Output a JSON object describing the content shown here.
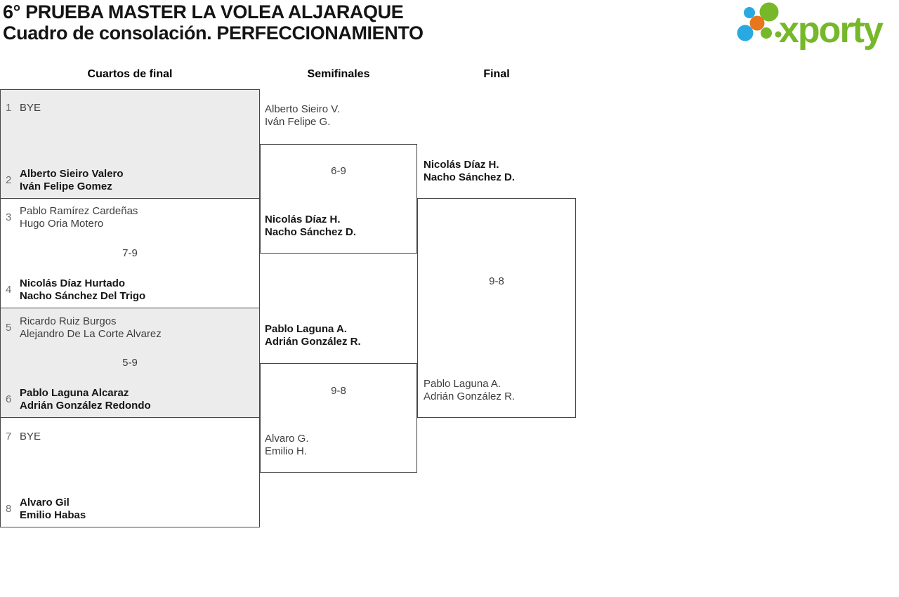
{
  "header": {
    "title_line1": "6° PRUEBA MASTER LA VOLEA ALJARAQUE",
    "title_line2": "Cuadro de consolación. PERFECCIONAMIENTO"
  },
  "logo": {
    "wordmark": "xporty",
    "icon": "dot-cluster-icon",
    "colors": {
      "green": "#76b82a",
      "blue": "#29a9e1",
      "orange": "#e8761b"
    }
  },
  "rounds": [
    {
      "label": "Cuartos de final"
    },
    {
      "label": "Semifinales"
    },
    {
      "label": "Final"
    }
  ],
  "quarterfinals": [
    {
      "team1": {
        "seed": "1",
        "line1": "BYE",
        "line2": "",
        "winner": false
      },
      "team2": {
        "seed": "2",
        "line1": "Alberto Sieiro Valero",
        "line2": "Iván Felipe Gomez",
        "winner": true
      },
      "score": ""
    },
    {
      "team1": {
        "seed": "3",
        "line1": "Pablo Ramírez Cardeñas",
        "line2": "Hugo Oria Motero",
        "winner": false
      },
      "team2": {
        "seed": "4",
        "line1": "Nicolás Díaz Hurtado",
        "line2": "Nacho Sánchez Del Trigo",
        "winner": true
      },
      "score": "7-9"
    },
    {
      "team1": {
        "seed": "5",
        "line1": "Ricardo Ruiz Burgos",
        "line2": "Alejandro De La Corte Alvarez",
        "winner": false
      },
      "team2": {
        "seed": "6",
        "line1": "Pablo Laguna Alcaraz",
        "line2": "Adrián González Redondo",
        "winner": true
      },
      "score": "5-9"
    },
    {
      "team1": {
        "seed": "7",
        "line1": "BYE",
        "line2": "",
        "winner": false
      },
      "team2": {
        "seed": "8",
        "line1": "Alvaro Gil",
        "line2": "Emilio Habas",
        "winner": true
      },
      "score": ""
    }
  ],
  "semifinals": [
    {
      "team1": {
        "line1": "Alberto Sieiro V.",
        "line2": "Iván Felipe G.",
        "winner": false
      },
      "team2": {
        "line1": "Nicolás Díaz H.",
        "line2": "Nacho Sánchez D.",
        "winner": true
      },
      "score": "6-9"
    },
    {
      "team1": {
        "line1": "Pablo Laguna A.",
        "line2": "Adrián González R.",
        "winner": true
      },
      "team2": {
        "line1": "Alvaro G.",
        "line2": "Emilio H.",
        "winner": false
      },
      "score": "9-8"
    }
  ],
  "final": {
    "team1": {
      "line1": "Nicolás Díaz H.",
      "line2": "Nacho Sánchez D.",
      "winner": true
    },
    "team2": {
      "line1": "Pablo Laguna A.",
      "line2": "Adrián González R.",
      "winner": false
    },
    "score": "9-8"
  },
  "theme": {
    "shaded_box": "#ececec",
    "box_border": "#464646"
  }
}
